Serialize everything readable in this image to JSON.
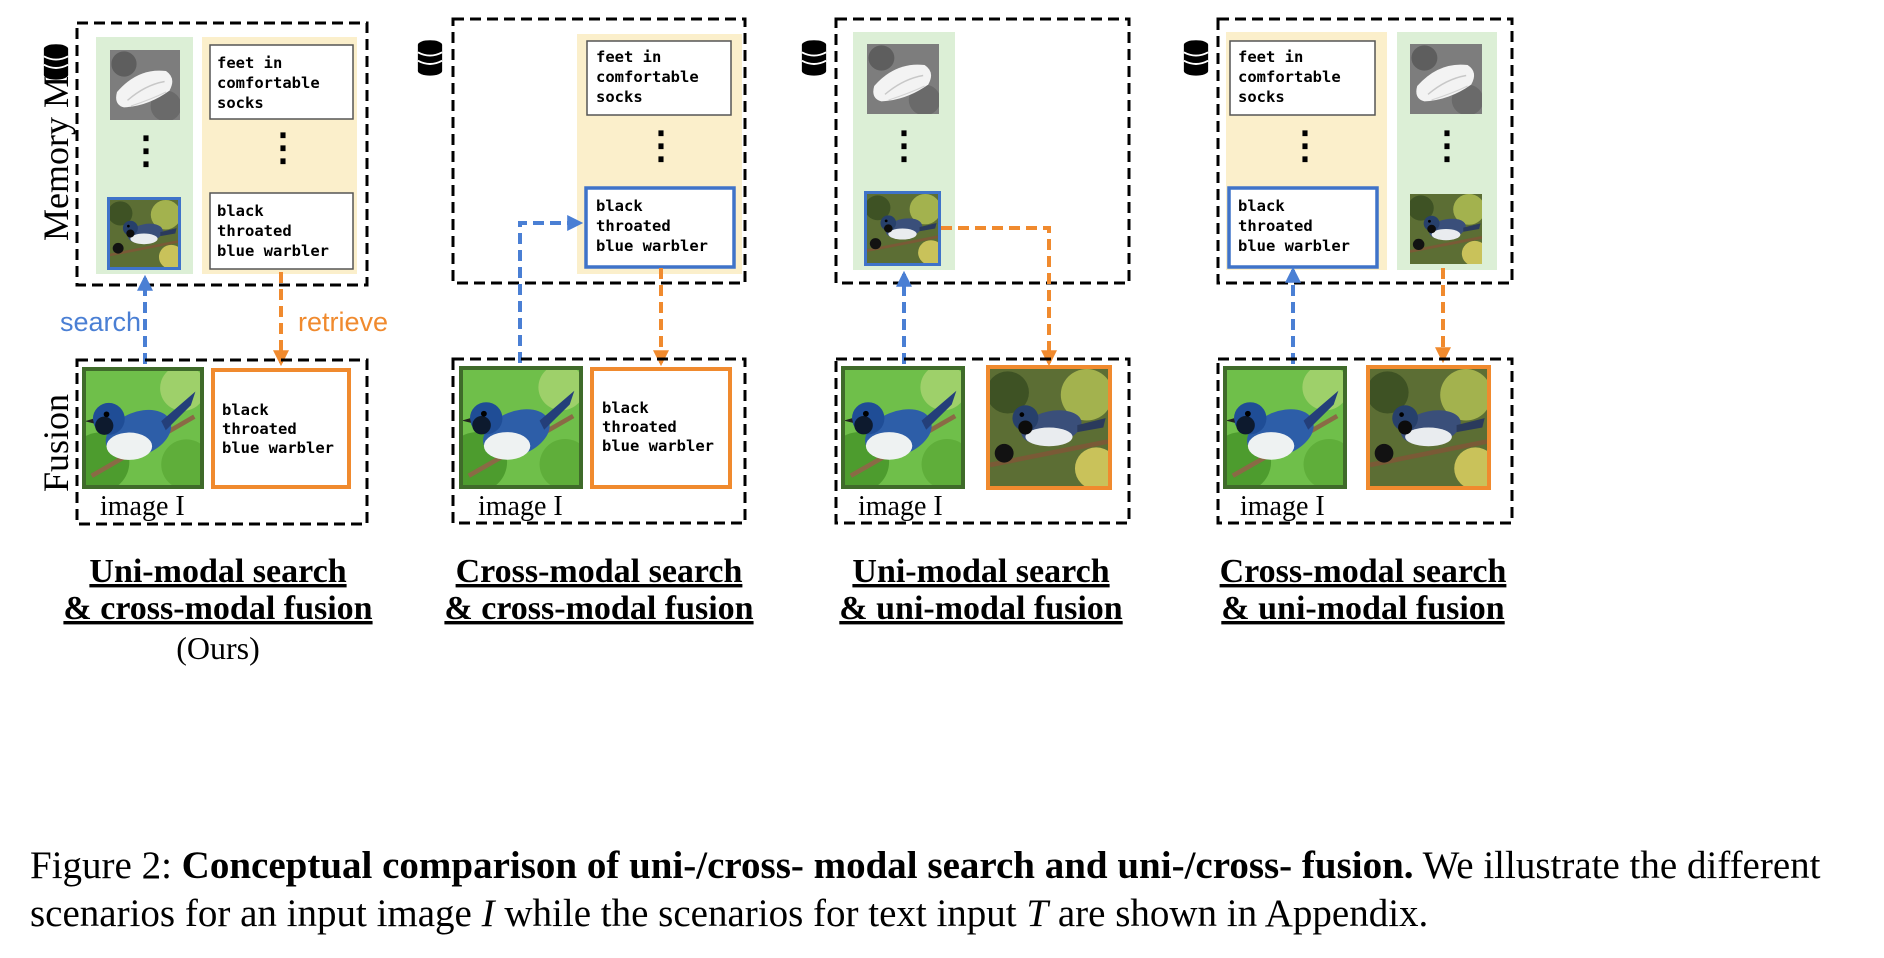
{
  "colors": {
    "search": "#4a7fd4",
    "retrieve": "#f08a2e",
    "image_panel": "#dcefd6",
    "text_panel": "#fbefcb",
    "query_border": "#3f6b2a",
    "selected_border": "#3f73c9",
    "fused_border": "#f08a2e"
  },
  "icons": [
    "database-icon",
    "bird-image",
    "socks-image"
  ],
  "labels": {
    "memory": "Memory M",
    "fusion": "Fusion",
    "search": "search",
    "retrieve": "retrieve",
    "image_caption": "image I",
    "ellipsis": "⋮"
  },
  "memory_text": {
    "socks": [
      "feet in",
      "comfortable",
      "socks"
    ],
    "warbler": [
      "black",
      "throated",
      "blue warbler"
    ]
  },
  "fused_text": [
    "black",
    "throated",
    "blue warbler"
  ],
  "panels": [
    {
      "title_line1": "Uni-modal search",
      "title_line2": "& cross-modal fusion",
      "note": "(Ours)"
    },
    {
      "title_line1": "Cross-modal search",
      "title_line2": "& cross-modal fusion",
      "note": ""
    },
    {
      "title_line1": "Uni-modal search",
      "title_line2": "& uni-modal fusion",
      "note": ""
    },
    {
      "title_line1": "Cross-modal search",
      "title_line2": "& uni-modal fusion",
      "note": ""
    }
  ],
  "caption": {
    "prefix": "Figure 2: ",
    "bold": "Conceptual comparison of uni-/cross- modal search and uni-/cross- fusion.",
    "rest_a": " We illustrate the different scenarios for an input image ",
    "var_image": "I",
    "rest_b": " while the scenarios for text input ",
    "var_text": "T",
    "rest_c": " are shown in Appendix."
  }
}
